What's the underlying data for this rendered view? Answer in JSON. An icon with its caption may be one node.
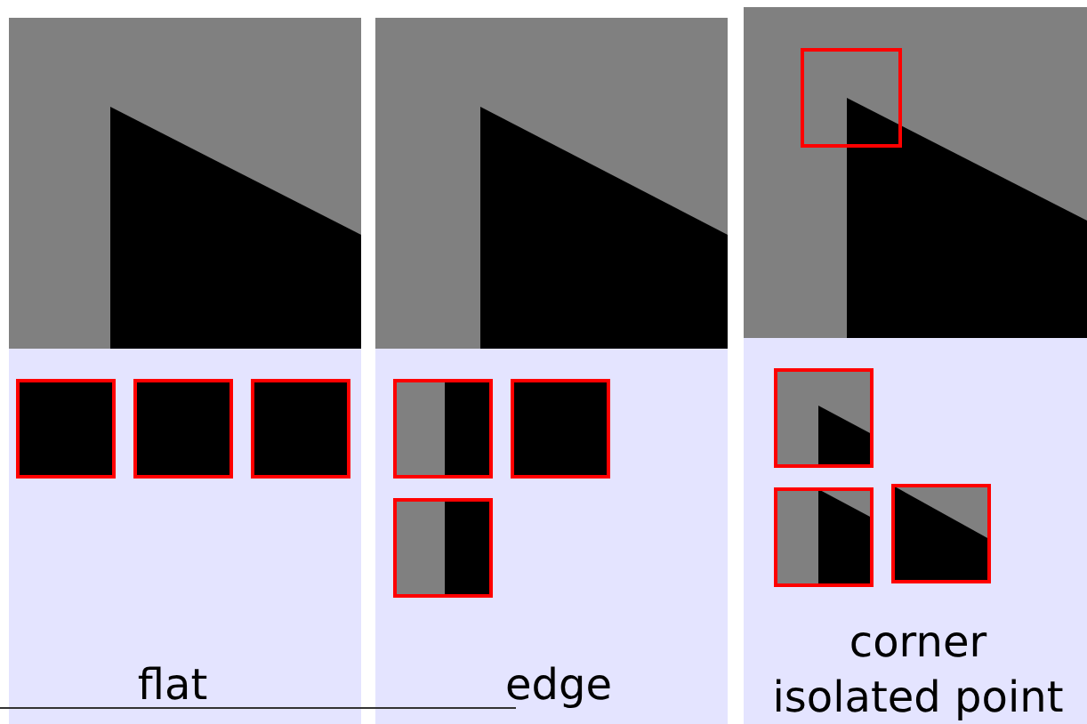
{
  "diagram": {
    "labels": [
      "flat",
      "edge",
      "corner",
      "isolated point"
    ]
  }
}
